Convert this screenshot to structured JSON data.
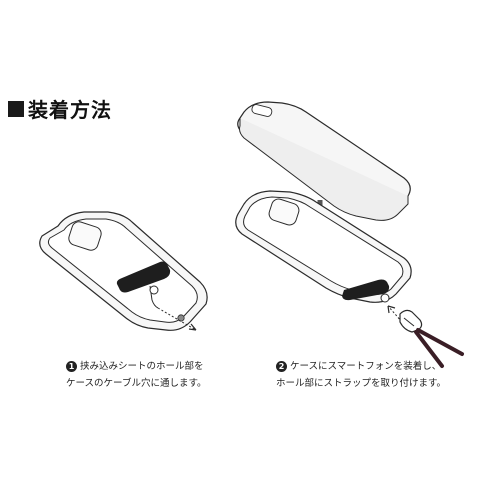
{
  "header": {
    "title": "装着方法"
  },
  "steps": [
    {
      "number": "1",
      "line1": "挟み込みシートのホール部を",
      "line2": "ケースのケーブル穴に通します。"
    },
    {
      "number": "2",
      "line1": "ケースにスマートフォンを装着し、",
      "line2": "ホール部にストラップを取り付けます。"
    }
  ],
  "colors": {
    "outline": "#2b2b2b",
    "fill": "#f4f4f4",
    "sheet": "#1e1e1e",
    "strap": "#3a1e26"
  }
}
